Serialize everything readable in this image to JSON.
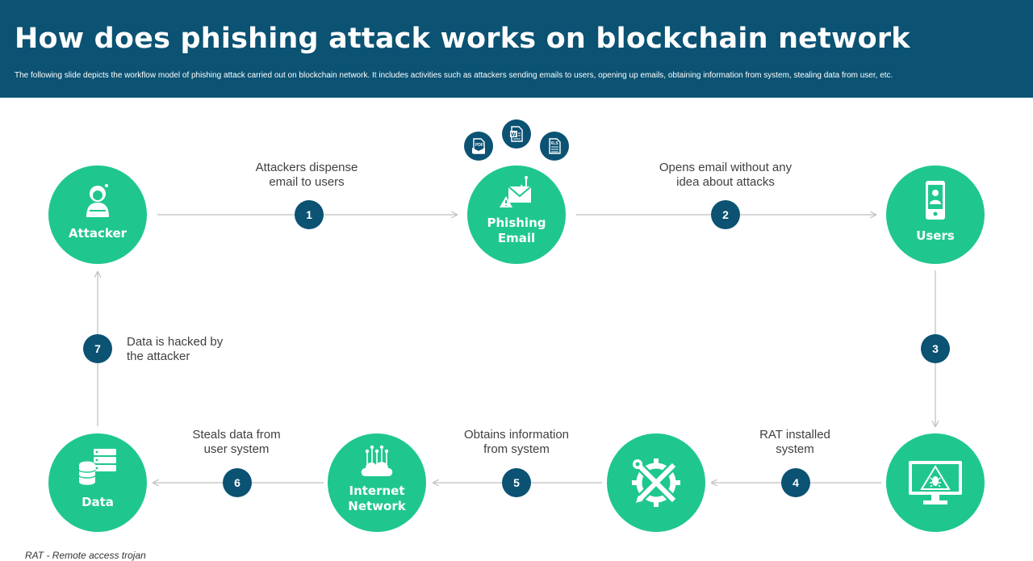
{
  "header": {
    "title": "How does phishing attack works on blockchain network",
    "subtitle": "The following slide depicts the workflow model of phishing attack carried out on blockchain network. It includes activities such as attackers sending emails to users, opening up emails, obtaining information from system, stealing data from user, etc."
  },
  "nodes": {
    "attacker": "Attacker",
    "phishing_email": "Phishing Email",
    "users": "Users",
    "internet_network": "Internet Network",
    "data": "Data"
  },
  "steps": [
    {
      "number": "1",
      "text": "Attackers dispense email to users"
    },
    {
      "number": "2",
      "text": "Opens email without any idea about attacks"
    },
    {
      "number": "3",
      "text": ""
    },
    {
      "number": "4",
      "text": "RAT installed system"
    },
    {
      "number": "5",
      "text": "Obtains information from system"
    },
    {
      "number": "6",
      "text": "Steals data from user system"
    },
    {
      "number": "7",
      "text": "Data is hacked by the attacker"
    }
  ],
  "documents": [
    "PDF",
    "W",
    "XLS"
  ],
  "footnote": "RAT - Remote access trojan",
  "colors": {
    "header": "#0b5273",
    "node": "#1fc78e",
    "step": "#0b5273",
    "connector": "#bfbfbf"
  },
  "icons": {
    "attacker": "hooded-hacker-icon",
    "phishing_email": "email-hook-warning-icon",
    "users": "smartphone-user-icon",
    "monitor": "monitor-bug-warning-icon",
    "tools": "wrench-pencil-gear-icon",
    "internet_network": "cloud-network-icon",
    "data": "database-server-icon"
  }
}
